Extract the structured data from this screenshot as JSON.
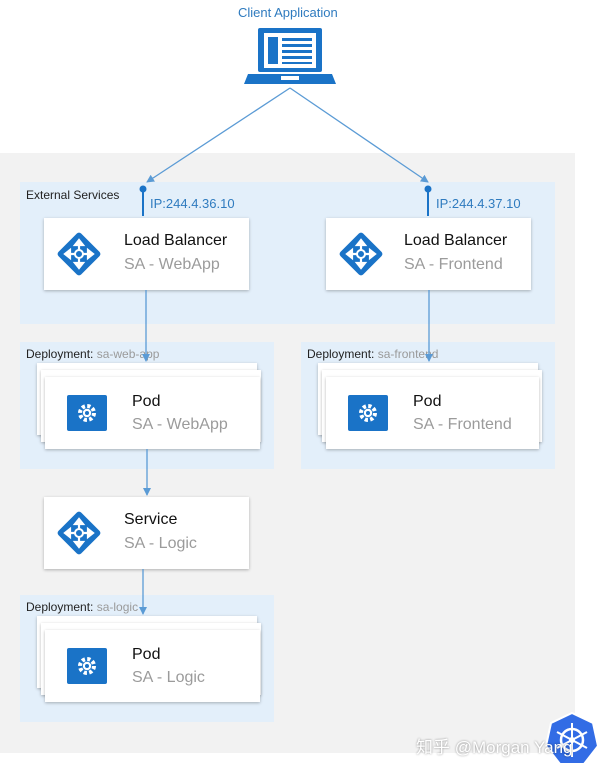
{
  "client": {
    "label": "Client Application"
  },
  "external": {
    "label": "External Services",
    "lb_webapp": {
      "ip": "IP:244.4.36.10",
      "title": "Load Balancer",
      "subtitle": "SA - WebApp"
    },
    "lb_frontend": {
      "ip": "IP:244.4.37.10",
      "title": "Load Balancer",
      "subtitle": "SA - Frontend"
    }
  },
  "deploy_webapp": {
    "prefix": "Deployment:",
    "name": "sa-web-app",
    "pod_title": "Pod",
    "pod_subtitle": "SA - WebApp"
  },
  "deploy_frontend": {
    "prefix": "Deployment:",
    "name": "sa-frontend",
    "pod_title": "Pod",
    "pod_subtitle": "SA - Frontend"
  },
  "service": {
    "title": "Service",
    "subtitle": "SA - Logic"
  },
  "deploy_logic": {
    "prefix": "Deployment:",
    "name": "sa-logic",
    "pod_title": "Pod",
    "pod_subtitle": "SA - Logic"
  },
  "watermark": "知乎 @Morgan Yang",
  "icons": {
    "client": "laptop-icon",
    "load_balancer": "load-balancer-icon",
    "pod": "gear-icon",
    "service": "service-icon",
    "logo": "kubernetes-logo-icon"
  },
  "colors": {
    "accent": "#1a73c7",
    "line": "#5b9bd5",
    "zone": "#e3effa",
    "background": "#f2f2f2"
  }
}
